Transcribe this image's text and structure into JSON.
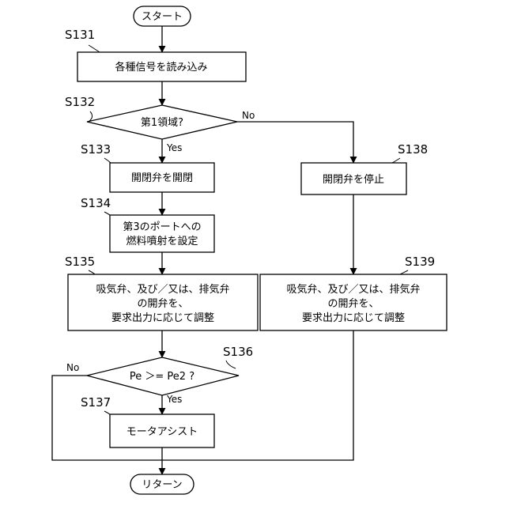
{
  "terminals": {
    "start": "スタート",
    "end": "リターン"
  },
  "steps": {
    "s131": {
      "label": "S131",
      "text": [
        "各種信号を読み込み"
      ]
    },
    "s132": {
      "label": "S132",
      "text": [
        "第1領域?"
      ],
      "yes": "Yes",
      "no": "No"
    },
    "s133": {
      "label": "S133",
      "text": [
        "開閉弁を開閉"
      ]
    },
    "s134": {
      "label": "S134",
      "text": [
        "第3のポートへの",
        "燃料噴射を設定"
      ]
    },
    "s135": {
      "label": "S135",
      "text": [
        "吸気弁、及び／又は、排気弁",
        "の開弁を、",
        "要求出力に応じて調整"
      ]
    },
    "s136": {
      "label": "S136",
      "text": [
        "Pe ＞= Pe2 ?"
      ],
      "yes": "Yes",
      "no": "No"
    },
    "s137": {
      "label": "S137",
      "text": [
        "モータアシスト"
      ]
    },
    "s138": {
      "label": "S138",
      "text": [
        "開閉弁を停止"
      ]
    },
    "s139": {
      "label": "S139",
      "text": [
        "吸気弁、及び／又は、排気弁",
        "の開弁を、",
        "要求出力に応じて調整"
      ]
    }
  }
}
